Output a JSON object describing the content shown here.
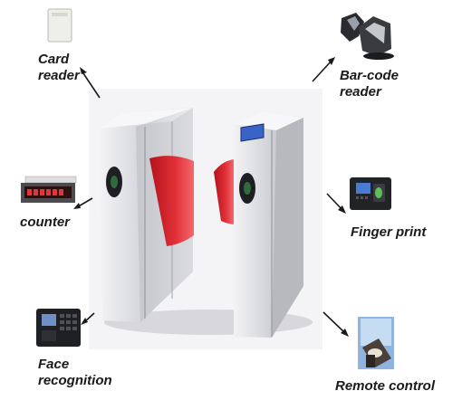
{
  "labels": {
    "card_reader_line1": "Card",
    "card_reader_line2": "reader",
    "barcode_line1": "Bar-code",
    "barcode_line2": "reader",
    "counter": "counter",
    "finger_print": "Finger print",
    "face_line1": "Face",
    "face_line2": "recognition",
    "remote_control": "Remote control"
  },
  "colors": {
    "gate_red": "#d9242b",
    "steel_light": "#e7e7ea",
    "steel_mid": "#c4c5ca",
    "steel_dark": "#9a9ca3",
    "label_text": "#1a1a1a",
    "arrow": "#1a1a1a",
    "screen_blue": "#3a63c8"
  }
}
